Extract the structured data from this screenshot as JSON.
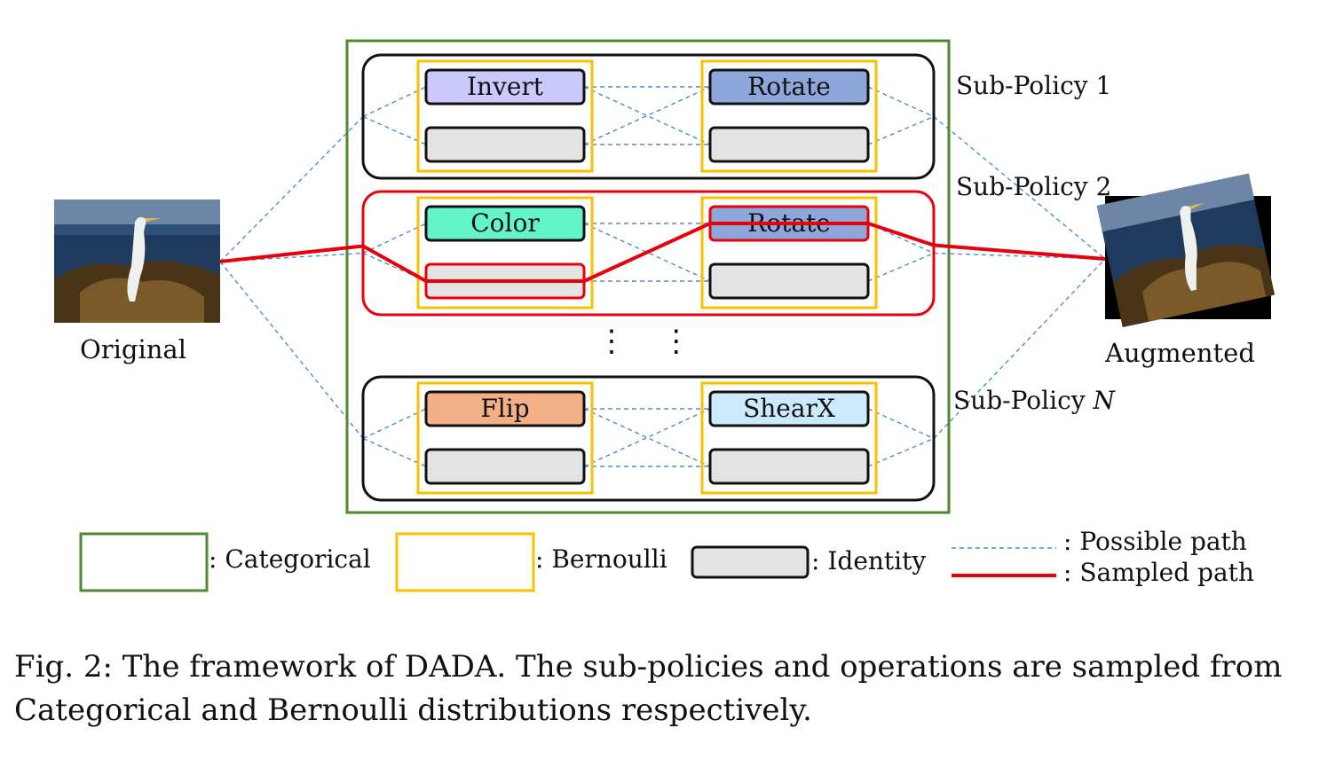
{
  "images": {
    "original_label": "Original",
    "augmented_label": "Augmented"
  },
  "subpolicies": [
    {
      "label": "Sub-Policy 1",
      "ops": [
        "Invert",
        "Rotate"
      ],
      "op_colors": [
        "#cbc8fb",
        "#8ea7da"
      ],
      "sampled": false
    },
    {
      "label": "Sub-Policy 2",
      "ops": [
        "Color",
        "Rotate"
      ],
      "op_colors": [
        "#63f5c7",
        "#8ea7da"
      ],
      "sampled": true
    },
    {
      "label_prefix": "Sub-Policy ",
      "label_var": "N",
      "ops": [
        "Flip",
        "ShearX"
      ],
      "op_colors": [
        "#f2b086",
        "#cdeafd"
      ],
      "sampled": false
    }
  ],
  "ellipsis": "⋮ ⋮",
  "legend": {
    "categorical": ": Categorical",
    "bernoulli": ": Bernoulli",
    "identity": ": Identity",
    "possible_path": ": Possible path",
    "sampled_path": ": Sampled path"
  },
  "colors": {
    "categorical": "#4e8a2e",
    "bernoulli": "#f8c100",
    "identity_fill": "#e3e3e3",
    "sampled_path": "#e8000b",
    "possible_path": "#4a8fd0"
  },
  "caption": "Fig. 2: The framework of DADA. The sub-policies and operations are sampled from Categorical and Bernoulli distributions respectively."
}
